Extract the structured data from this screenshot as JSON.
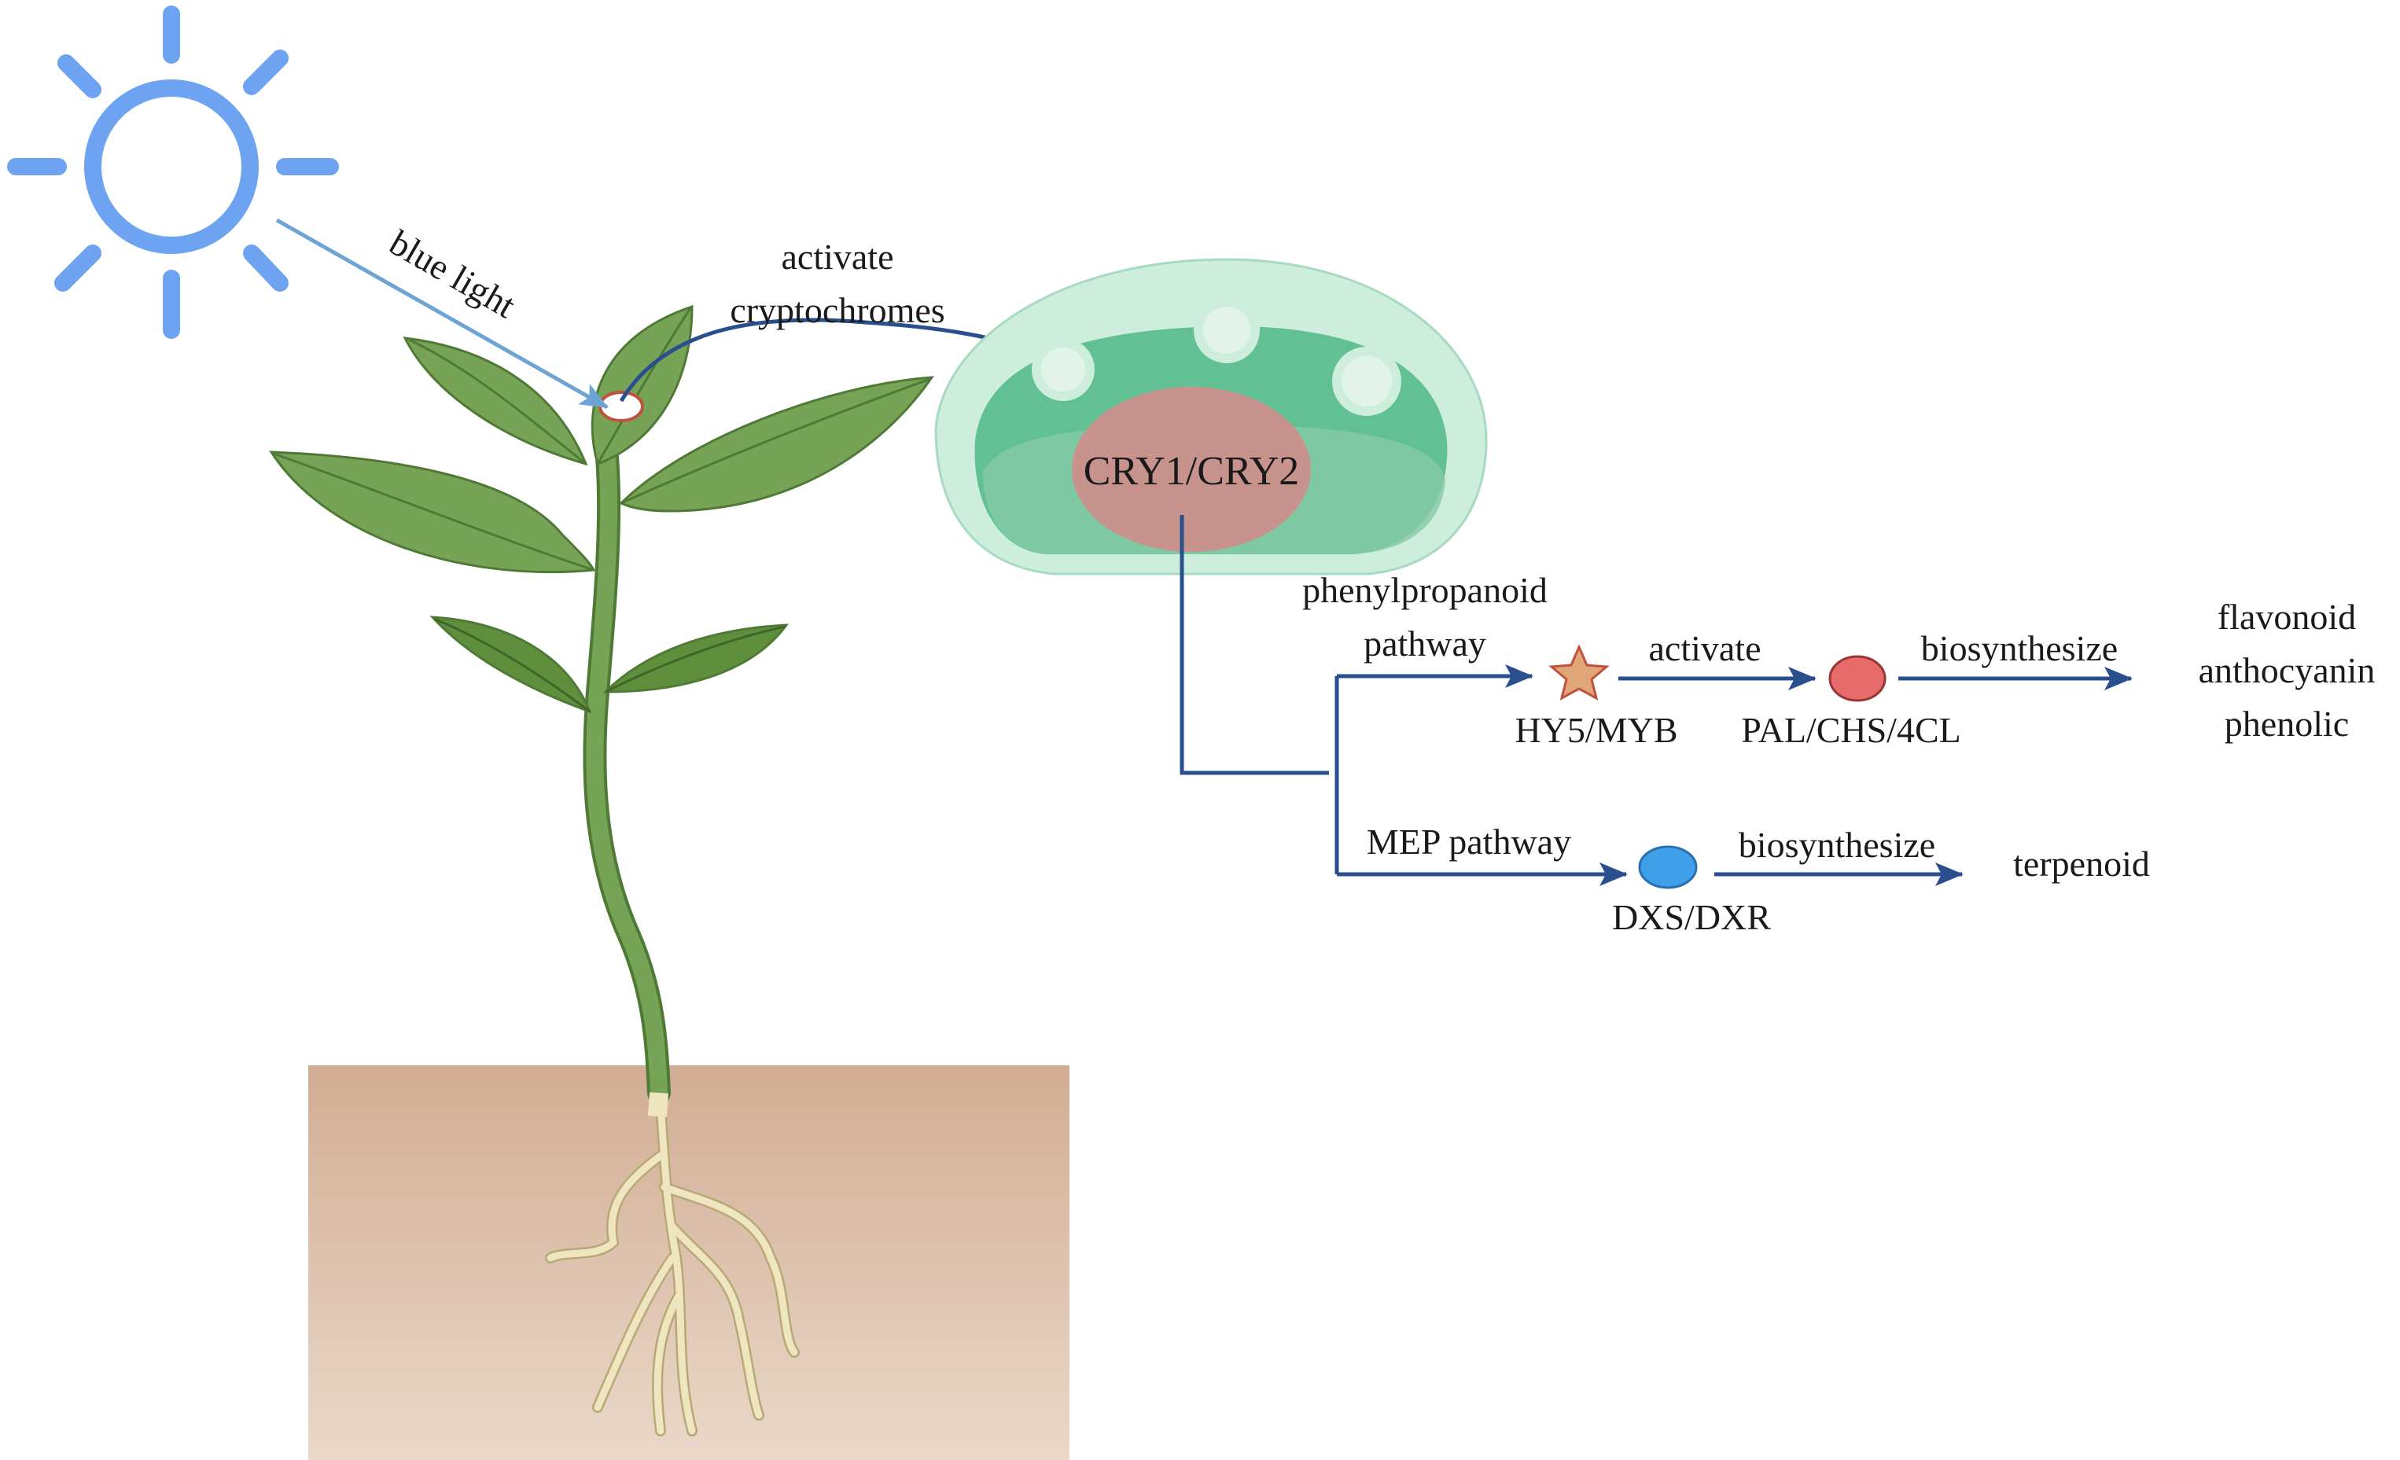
{
  "labels": {
    "blue_light": "blue light",
    "activate_line1": "activate",
    "activate_line2": "cryptochromes",
    "cry": "CRY1/CRY2",
    "phenyl_line1": "phenylpropanoid",
    "phenyl_line2": "pathway",
    "hy5": "HY5/MYB",
    "activate2": "activate",
    "pal": "PAL/CHS/4CL",
    "biosynth1": "biosynthesize",
    "product1": "flavonoid",
    "product2": "anthocyanin",
    "product3": "phenolic",
    "mep": "MEP pathway",
    "dxs": "DXS/DXR",
    "biosynth2": "biosynthesize",
    "terpenoid": "terpenoid"
  },
  "colors": {
    "sun": "#6ea3f2",
    "blue_light_arrow": "#6ea3d6",
    "pathway_arrow": "#2a4f8f",
    "leaf": "#77a356",
    "leaf_dark": "#4f7a35",
    "stem": "#6f9a49",
    "root": "#efe6c0",
    "soil_top": "#d1ad94",
    "soil_bottom": "#ead8c8",
    "cell_outer": "#bfe6d3",
    "cell_inner": "#55bb8d",
    "nucleus": "#c7938c",
    "star": "#e0a677",
    "red_oval": "#e76b6b",
    "blue_oval": "#3f9fe8"
  }
}
